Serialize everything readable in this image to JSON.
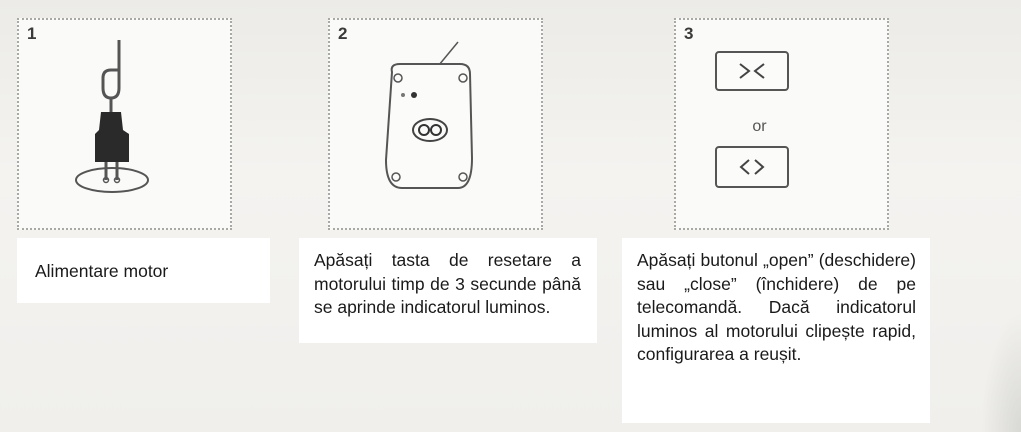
{
  "steps": [
    {
      "number": "1",
      "icon": "power-plug-icon",
      "caption": "Alimentare motor"
    },
    {
      "number": "2",
      "icon": "motor-reset-button-icon",
      "caption": "Apăsați tasta de resetare a motorului timp de 3 secunde până se aprinde indicatorul luminos."
    },
    {
      "number": "3",
      "icon": "remote-open-close-buttons-icon",
      "or_text": "or",
      "caption": "Apăsați butonul „open” (deschidere) sau „close” (închidere) de pe telecomandă. Dacă indicatorul luminos al motorului clipește rapid, configurarea a reușit."
    }
  ],
  "colors": {
    "background": "#f2f1ee",
    "panel_border": "#a8a8a4",
    "line_art": "#555555",
    "plug_body": "#2a2a2a",
    "text": "#1a1a1a"
  }
}
